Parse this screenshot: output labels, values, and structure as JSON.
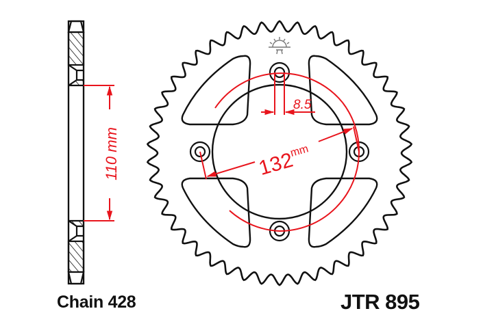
{
  "drawing": {
    "chain_label": "Chain 428",
    "part_number": "JTR 895",
    "dimensions": {
      "hub_height_label": "110 mm",
      "hub_height_value": 110,
      "pcd_label_number": "132",
      "pcd_label_unit": "mm",
      "pcd_value": 132,
      "bolt_hole_label": "8.5",
      "bolt_hole_value": 8.5,
      "unit": "mm"
    },
    "sprocket": {
      "tooth_count": 46,
      "bolt_holes": 4,
      "cutouts": 4
    },
    "colors": {
      "outline": "#111111",
      "dimension": "#e8141c",
      "logo": "#777777",
      "background": "#ffffff"
    },
    "icons": {
      "logo": "jt-rising-sun-logo-icon"
    }
  }
}
